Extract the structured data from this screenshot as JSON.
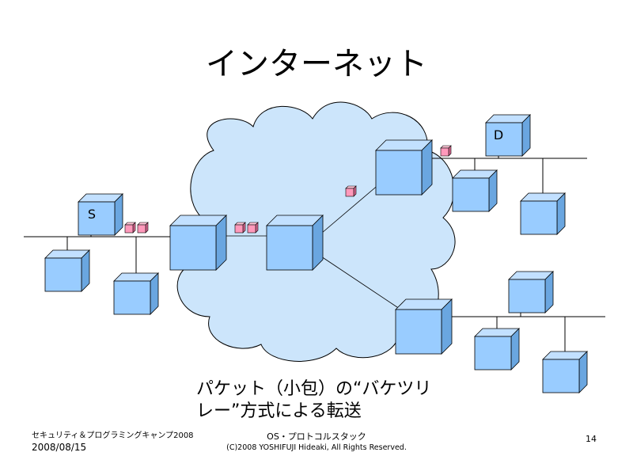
{
  "slide": {
    "title": "インターネット",
    "caption_line1": "パケット（小包）の“バケツリ",
    "caption_line2": "レー”方式による転送"
  },
  "nodes": {
    "source_label": "S",
    "destination_label": "D"
  },
  "footer": {
    "event": "セキュリティ＆プログラミングキャンプ2008",
    "date": "2008/08/15",
    "course": "OS・プロトコルスタック",
    "copyright": "(C)2008 YOSHIFUJI Hideaki, All Rights Reserved.",
    "page": "14"
  },
  "colors": {
    "cloud_fill": "#cce5fb",
    "box_front": "#99ccff",
    "box_top": "#c2e0ff",
    "box_side": "#6aa6e0",
    "packet_front": "#ff99bb"
  }
}
